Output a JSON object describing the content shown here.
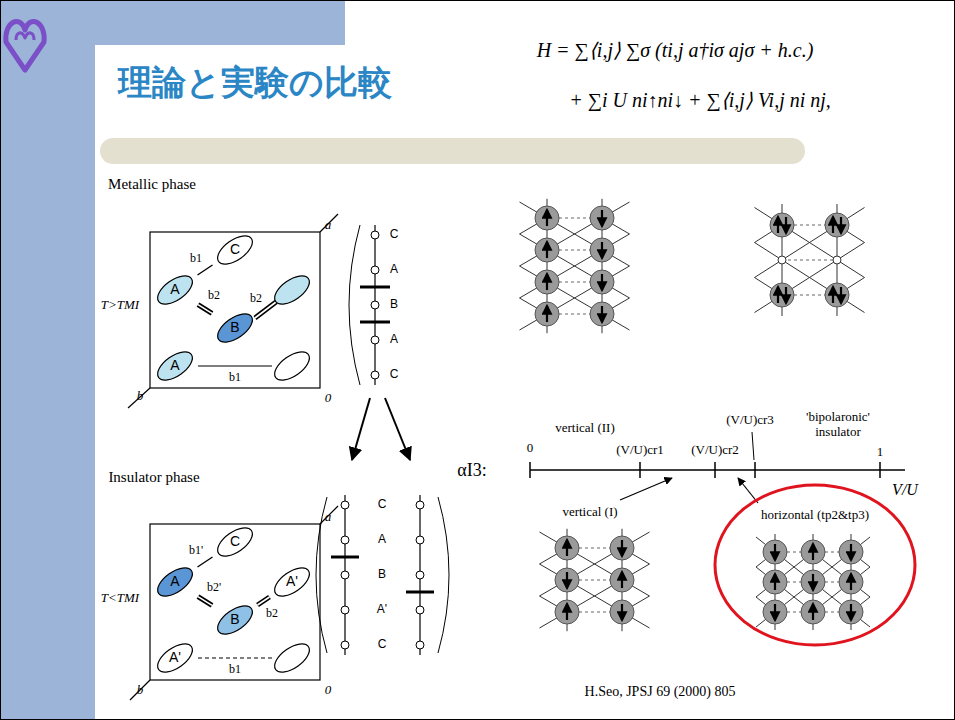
{
  "diagram": {
    "title": "理論と実験の比較",
    "nodes": [
      {
        "text": [
          "C"
        ]
      },
      {
        "text": [
          "A"
        ]
      },
      {
        "text": [
          "B"
        ]
      },
      {
        "text": [
          "A"
        ]
      },
      {
        "text": [
          "C"
        ]
      },
      {
        "text": [
          "A"
        ]
      },
      {
        "text": [
          "B"
        ]
      },
      {
        "text": [
          "A'"
        ]
      },
      {
        "text": [
          "A'"
        ]
      }
    ],
    "edges": [
      {
        "from": 0,
        "to": 1,
        "label": "b1",
        "arrow": "none"
      },
      {
        "from": 1,
        "to": 2,
        "label": "b2",
        "arrow": "none"
      },
      {
        "from": 4,
        "to": 5,
        "label": "b1'",
        "arrow": "none"
      },
      {
        "from": 5,
        "to": 6,
        "label": "b2'",
        "arrow": "none"
      },
      {
        "from": 6,
        "to": 8,
        "label": "b2",
        "arrow": "none"
      }
    ],
    "labels": [
      "Metallic phase",
      "T>TMI",
      "a",
      "b",
      "0",
      "b2",
      "b1",
      "C",
      "A",
      "B",
      "A",
      "C",
      "Insulator phase",
      "T<TMI",
      "a",
      "b",
      "0",
      "b1",
      "C",
      "A",
      "B",
      "A'",
      "C",
      "H = ∑⟨i,j⟩ ∑σ (ti,j a†iσ ajσ + h.c.)",
      "+ ∑i U ni↑ni↓ + ∑⟨i,j⟩ Vi,j ni nj,",
      "αI3:",
      "0",
      "vertical (II)",
      "(V/U)cr1",
      "(V/U)cr2",
      "(V/U)cr3",
      "'bipolaronic' insulator",
      "1",
      "V/U",
      "vertical (I)",
      "horizontal (tp2&tp3)",
      "H.Seo, JPSJ 69 (2000) 805"
    ]
  }
}
